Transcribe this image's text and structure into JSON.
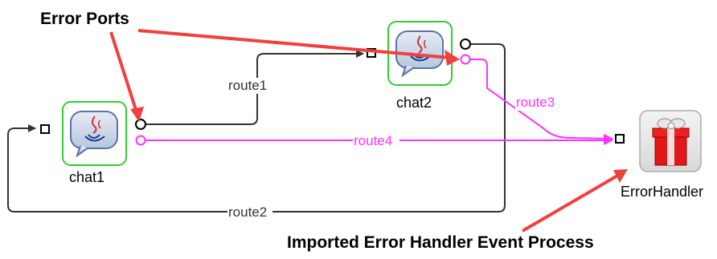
{
  "annotations": {
    "error_ports": "Error Ports",
    "imported_handler": "Imported Error Handler Event Process"
  },
  "nodes": {
    "chat1": "chat1",
    "chat2": "chat2",
    "error_handler": "ErrorHandler"
  },
  "routes": {
    "route1": "route1",
    "route2": "route2",
    "route3": "route3",
    "route4": "route4"
  },
  "colors": {
    "normal_route": "#333333",
    "error_route": "#ff33ff",
    "annotation_arrow": "#f04040",
    "node_selected_border": "#33cc33",
    "node_border": "#aaaaaa"
  }
}
